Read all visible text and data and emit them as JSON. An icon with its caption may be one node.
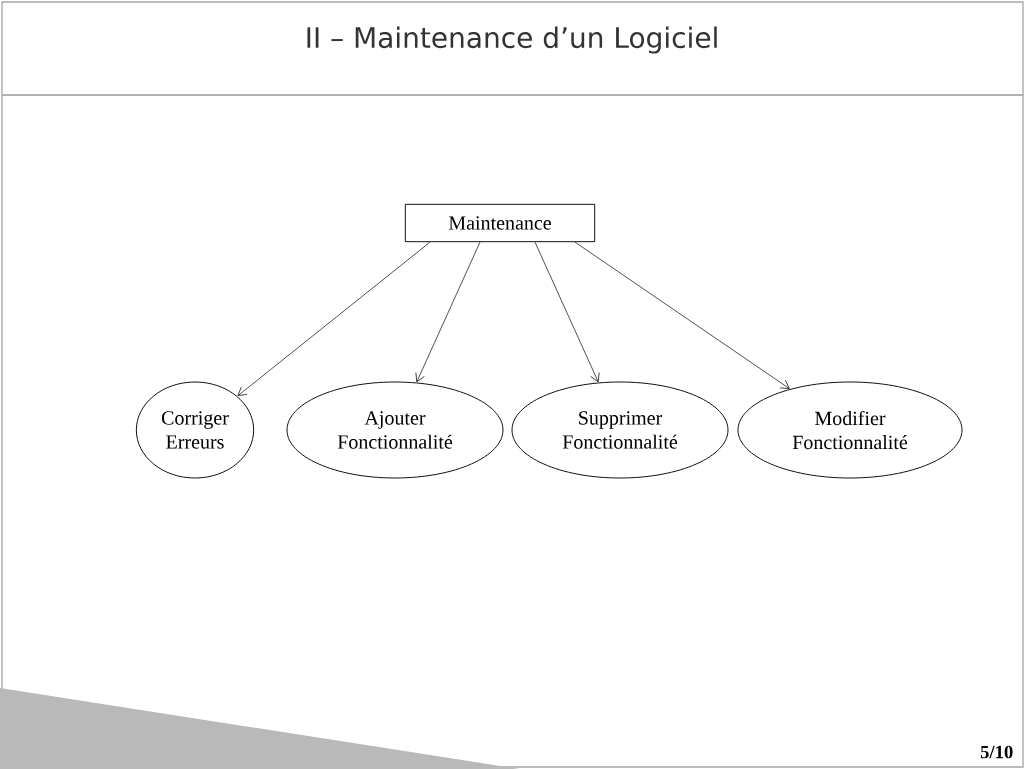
{
  "diagram": {
    "title": "II – Maintenance d’un Logiciel",
    "nodes": [
      {
        "text": [
          "Maintenance"
        ]
      },
      {
        "text": [
          "Corriger Erreurs"
        ]
      },
      {
        "text": [
          "Ajouter Fonctionnalité"
        ]
      },
      {
        "text": [
          "Supprimer Fonctionnalité"
        ]
      },
      {
        "text": [
          "Modifier Fonctionnalité"
        ]
      }
    ],
    "edges": [
      {
        "from": 0,
        "to": 1,
        "arrow": "to"
      },
      {
        "from": 0,
        "to": 2,
        "arrow": "to"
      },
      {
        "from": 0,
        "to": 3,
        "arrow": "to"
      },
      {
        "from": 0,
        "to": 4,
        "arrow": "to"
      }
    ],
    "labels": [
      "5/10"
    ]
  }
}
